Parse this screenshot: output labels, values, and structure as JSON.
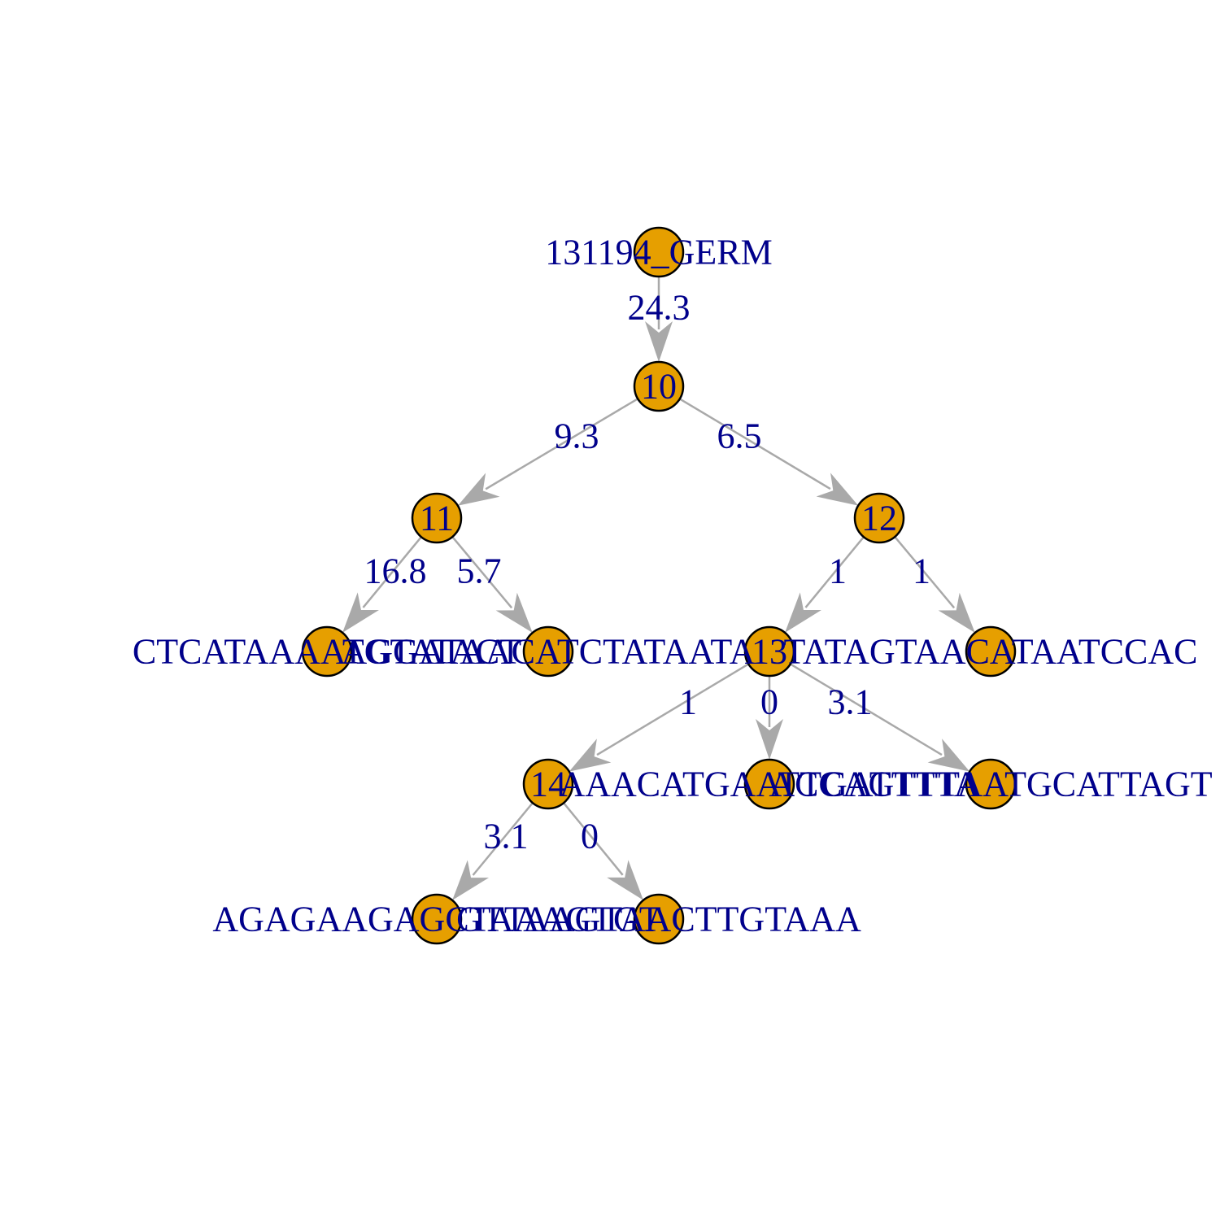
{
  "colors": {
    "node_fill": "#e69f00",
    "node_stroke": "#000000",
    "edge": "#a9a9a9",
    "label": "#00008b",
    "background": "#ffffff"
  },
  "nodes": [
    {
      "id": "germ",
      "label": "131194_GERM"
    },
    {
      "id": "n10",
      "label": "10"
    },
    {
      "id": "n11",
      "label": "11"
    },
    {
      "id": "n12",
      "label": "12"
    },
    {
      "id": "leafA",
      "label": "CTCATAAAATGTATACT"
    },
    {
      "id": "leafB",
      "label": "AGGATAACATCTATAATA"
    },
    {
      "id": "n13",
      "label": "13"
    },
    {
      "id": "leafC",
      "label": "TATAGTAACATAATCCAC"
    },
    {
      "id": "n14",
      "label": "14"
    },
    {
      "id": "leafD",
      "label": "AAACATGAATTGATTTTA"
    },
    {
      "id": "leafE",
      "label": "ACCAGTTTAATGCATTAGT"
    },
    {
      "id": "leafF",
      "label": "AGAGAAGAGCTAAAGTGT"
    },
    {
      "id": "leafG",
      "label": "GTTAAGTAACTTGTAAA"
    }
  ],
  "edges": [
    {
      "from": "germ",
      "to": "n10",
      "label": "24.3"
    },
    {
      "from": "n10",
      "to": "n11",
      "label": "9.3"
    },
    {
      "from": "n10",
      "to": "n12",
      "label": "6.5"
    },
    {
      "from": "n11",
      "to": "leafA",
      "label": "16.8"
    },
    {
      "from": "n11",
      "to": "leafB",
      "label": "5.7"
    },
    {
      "from": "n12",
      "to": "n13",
      "label": "1"
    },
    {
      "from": "n12",
      "to": "leafC",
      "label": "1"
    },
    {
      "from": "n13",
      "to": "n14",
      "label": "1"
    },
    {
      "from": "n13",
      "to": "leafD",
      "label": "0"
    },
    {
      "from": "n13",
      "to": "leafE",
      "label": "3.1"
    },
    {
      "from": "n14",
      "to": "leafF",
      "label": "3.1"
    },
    {
      "from": "n14",
      "to": "leafG",
      "label": "0"
    }
  ]
}
